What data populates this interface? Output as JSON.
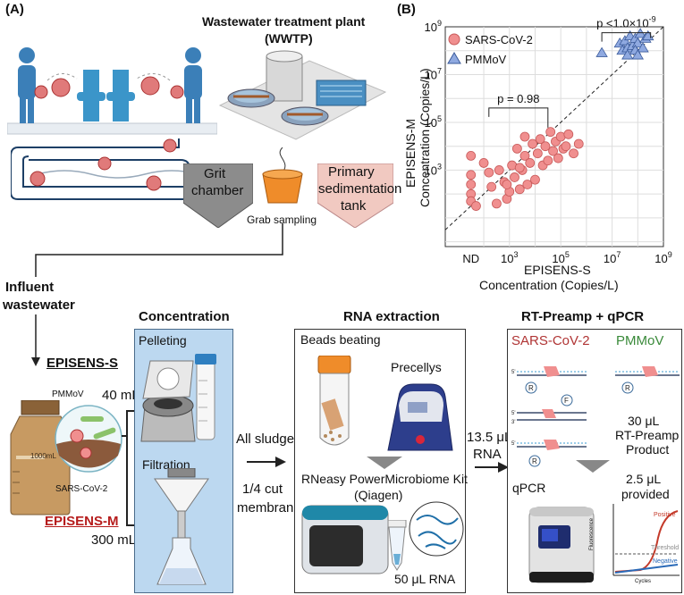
{
  "panel_a": {
    "label": "(A)",
    "wwtp_title_line1": "Wastewater treatment plant",
    "wwtp_title_line2": "(WWTP)",
    "grit_line1": "Grit",
    "grit_line2": "chamber",
    "primary_line1": "Primary",
    "primary_line2": "sedimentation",
    "primary_line3": "tank",
    "grab_sampling": "Grab sampling",
    "influent_line1": "Influent",
    "influent_line2": "wastewater",
    "episens_s": "EPISENS-S",
    "episens_m": "EPISENS-M",
    "pmmov_small": "PMMoV",
    "sars_small": "SARS-CoV-2",
    "bottle_label": "1000mL",
    "vol_40": "40 mL",
    "vol_300": "300 mL",
    "concentration_title": "Concentration",
    "pelleting": "Pelleting",
    "filtration": "Filtration",
    "all_sludge": "All sludge",
    "cut_line1": "1/4 cut",
    "cut_line2": "membrane",
    "rna_title": "RNA extraction",
    "beads_beating": "Beads beating",
    "precellys": "Precellys",
    "rneasy": "RNeasy PowerMicrobiome Kit",
    "qiagen": "(Qiagen)",
    "rna_50": "50 μL RNA",
    "rna_135_line1": "13.5 μL",
    "rna_135_line2": "RNA",
    "rt_title": "RT-Preamp + qPCR",
    "rt_sars": "SARS-CoV-2",
    "rt_pmmov": "PMMoV",
    "product_line1": "30 μL",
    "product_line2": "RT-Preamp",
    "product_line3": "Product",
    "qpcr": "qPCR",
    "provided_line1": "2.5 μL",
    "provided_line2": "provided",
    "curve_positive": "Positive",
    "curve_threshold": "Threshold",
    "curve_negative": "Negative",
    "curve_ylabel": "Fluorescence",
    "curve_xlabel": "Cycles",
    "probe_r": "R",
    "probe_f": "F",
    "strand_5": "5'",
    "strand_3": "3'"
  },
  "chart_data": {
    "label": "(B)",
    "type": "scatter",
    "xlabel_line1": "EPISENS-S",
    "xlabel_line2": "Concentration (Copies/L)",
    "ylabel_line1": "EPISENS-M",
    "ylabel_line2": "Concentration (Copies/L)",
    "x_ticks": [
      "ND",
      "10^3",
      "10^5",
      "10^7",
      "10^9"
    ],
    "y_ticks": [
      "10^3",
      "10^5",
      "10^7",
      "10^9"
    ],
    "x_scale": "log10",
    "y_scale": "log10",
    "xlim_log10": [
      0.5,
      9
    ],
    "ylim_log10": [
      -0.2,
      9
    ],
    "nd_position_log10": 1.5,
    "grid": true,
    "legend_position": "top-left",
    "identity_line": true,
    "annotation_low": "p = 0.98",
    "annotation_high": "p <1.0×10^-9",
    "series": [
      {
        "name": "SARS-CoV-2",
        "marker": "circle",
        "color": "#f08f8f",
        "points_log10": [
          [
            1.5,
            3.6
          ],
          [
            1.5,
            2.8
          ],
          [
            1.5,
            2.4
          ],
          [
            1.5,
            2.0
          ],
          [
            1.5,
            1.7
          ],
          [
            1.7,
            1.5
          ],
          [
            2.0,
            3.3
          ],
          [
            2.2,
            2.9
          ],
          [
            2.3,
            2.3
          ],
          [
            2.5,
            1.6
          ],
          [
            2.6,
            3.0
          ],
          [
            2.8,
            2.5
          ],
          [
            2.9,
            1.8
          ],
          [
            3.0,
            2.1
          ],
          [
            3.1,
            3.2
          ],
          [
            3.2,
            2.7
          ],
          [
            3.3,
            3.9
          ],
          [
            3.4,
            2.2
          ],
          [
            3.5,
            3.0
          ],
          [
            3.6,
            3.6
          ],
          [
            3.7,
            2.4
          ],
          [
            3.8,
            3.3
          ],
          [
            3.9,
            4.1
          ],
          [
            4.0,
            2.6
          ],
          [
            4.1,
            3.7
          ],
          [
            4.2,
            4.3
          ],
          [
            4.3,
            3.2
          ],
          [
            4.4,
            4.0
          ],
          [
            4.5,
            3.4
          ],
          [
            4.6,
            4.6
          ],
          [
            4.7,
            3.8
          ],
          [
            4.8,
            4.2
          ],
          [
            4.9,
            3.5
          ],
          [
            5.0,
            4.4
          ],
          [
            5.1,
            3.9
          ],
          [
            5.2,
            4.0
          ],
          [
            5.3,
            4.5
          ],
          [
            5.5,
            3.7
          ],
          [
            5.7,
            4.1
          ],
          [
            3.4,
            3.1
          ],
          [
            2.9,
            2.4
          ],
          [
            3.6,
            4.4
          ]
        ]
      },
      {
        "name": "PMMoV",
        "marker": "triangle",
        "color": "#8fa9e0",
        "points_log10": [
          [
            6.6,
            7.9
          ],
          [
            7.3,
            8.3
          ],
          [
            7.4,
            8.0
          ],
          [
            7.5,
            8.4
          ],
          [
            7.6,
            8.1
          ],
          [
            7.7,
            8.6
          ],
          [
            7.8,
            8.2
          ],
          [
            7.9,
            8.5
          ],
          [
            8.0,
            8.3
          ],
          [
            8.1,
            8.7
          ],
          [
            8.2,
            8.1
          ],
          [
            8.3,
            8.5
          ],
          [
            8.4,
            8.6
          ],
          [
            7.9,
            8.0
          ],
          [
            8.0,
            7.8
          ],
          [
            7.6,
            7.8
          ]
        ]
      }
    ]
  }
}
